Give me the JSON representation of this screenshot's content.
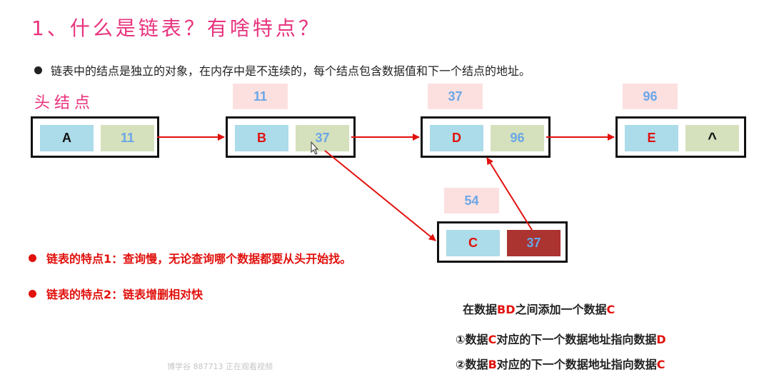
{
  "title": "1、什么是链表？有啥特点？",
  "intro": "链表中的结点是独立的对象，在内存中是不连续的，每个结点包含数据值和下一个结点的地址。",
  "head_label": "头结点",
  "nodes": {
    "A": {
      "data": "A",
      "next": "11"
    },
    "B": {
      "data": "B",
      "next": "37",
      "address": "11"
    },
    "D": {
      "data": "D",
      "next": "96",
      "address": "37"
    },
    "E": {
      "data": "E",
      "next": "^",
      "address": "96"
    },
    "C": {
      "data": "C",
      "next": "37",
      "address": "54"
    }
  },
  "features": [
    "链表的特点1：查询慢，无论查询哪个数据都要从头开始找。",
    "链表的特点2：链表增删相对快"
  ],
  "notes": {
    "line1": {
      "pre": "在数据",
      "hl1": "BD",
      "mid": "之间添加一个数据",
      "hl2": "C"
    },
    "line2": {
      "pre": "①数据",
      "hl1": "C",
      "mid": "对应的下一个数据地址指向数据",
      "hl2": "D"
    },
    "line3": {
      "pre": "②数据",
      "hl1": "B",
      "mid": "对应的下一个数据地址指向数据",
      "hl2": "C"
    }
  },
  "watermark": "博学谷 887713 正在观看视频",
  "colors": {
    "title": "#e8337e",
    "accent_red": "#e1110d",
    "data_cell": "#acdbe9",
    "pointer_cell": "#d5e1bd",
    "address_box": "#fce0e0",
    "address_text": "#6aa6e6"
  }
}
